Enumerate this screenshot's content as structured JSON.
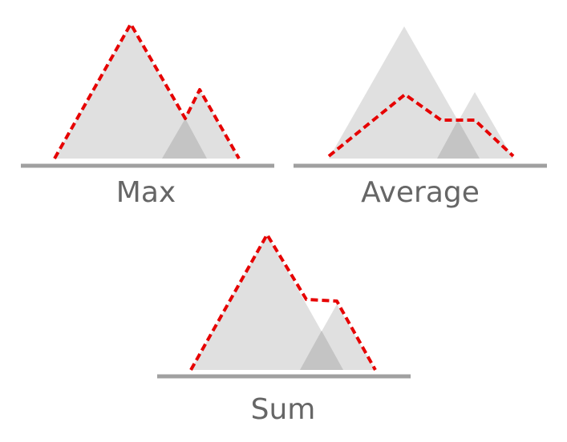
{
  "panels": [
    {
      "id": "max",
      "label": "Max"
    },
    {
      "id": "average",
      "label": "Average"
    },
    {
      "id": "sum",
      "label": "Sum"
    }
  ],
  "colors": {
    "background": "#ffffff",
    "peak_fill": "#e0e0e0",
    "overlap_fill": "#c4c4c4",
    "baseline": "#a0a0a0",
    "curve": "#e60000",
    "label": "#666666"
  }
}
